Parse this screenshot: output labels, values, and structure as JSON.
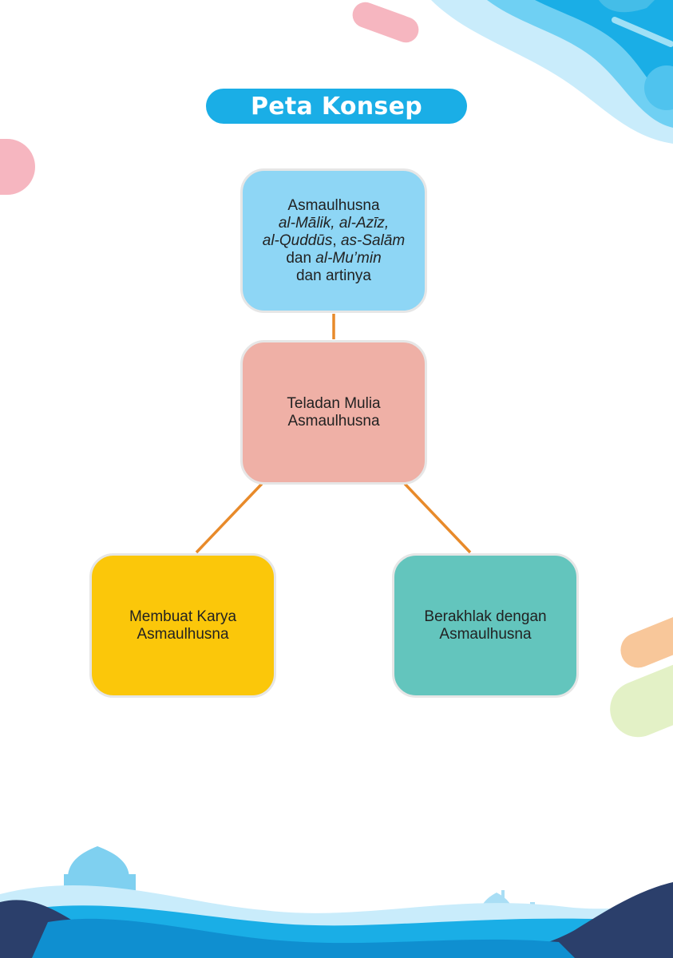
{
  "title": "Peta Konsep",
  "nodes": {
    "top": {
      "line1": "Asmaulhusna",
      "line2": "al-Mālik, al-Azīz,",
      "line3a": "al-Quddūs",
      "line3sep": ", ",
      "line3b": "as-Salām",
      "line4a": "dan ",
      "line4b": "al-Mu’min",
      "line5": "dan artinya"
    },
    "middle": {
      "line1": "Teladan Mulia",
      "line2": "Asmaulhusna"
    },
    "left": {
      "line1": "Membuat Karya",
      "line2": "Asmaulhusna"
    },
    "right": {
      "line1": "Berakhlak dengan",
      "line2": "Asmaulhusna"
    }
  },
  "colors": {
    "title_bg": "#1aaee6",
    "top_node": "#8ed6f5",
    "middle_node": "#efb0a6",
    "left_node": "#fbc70a",
    "right_node": "#63c5bd",
    "connector": "#e88a2a"
  }
}
